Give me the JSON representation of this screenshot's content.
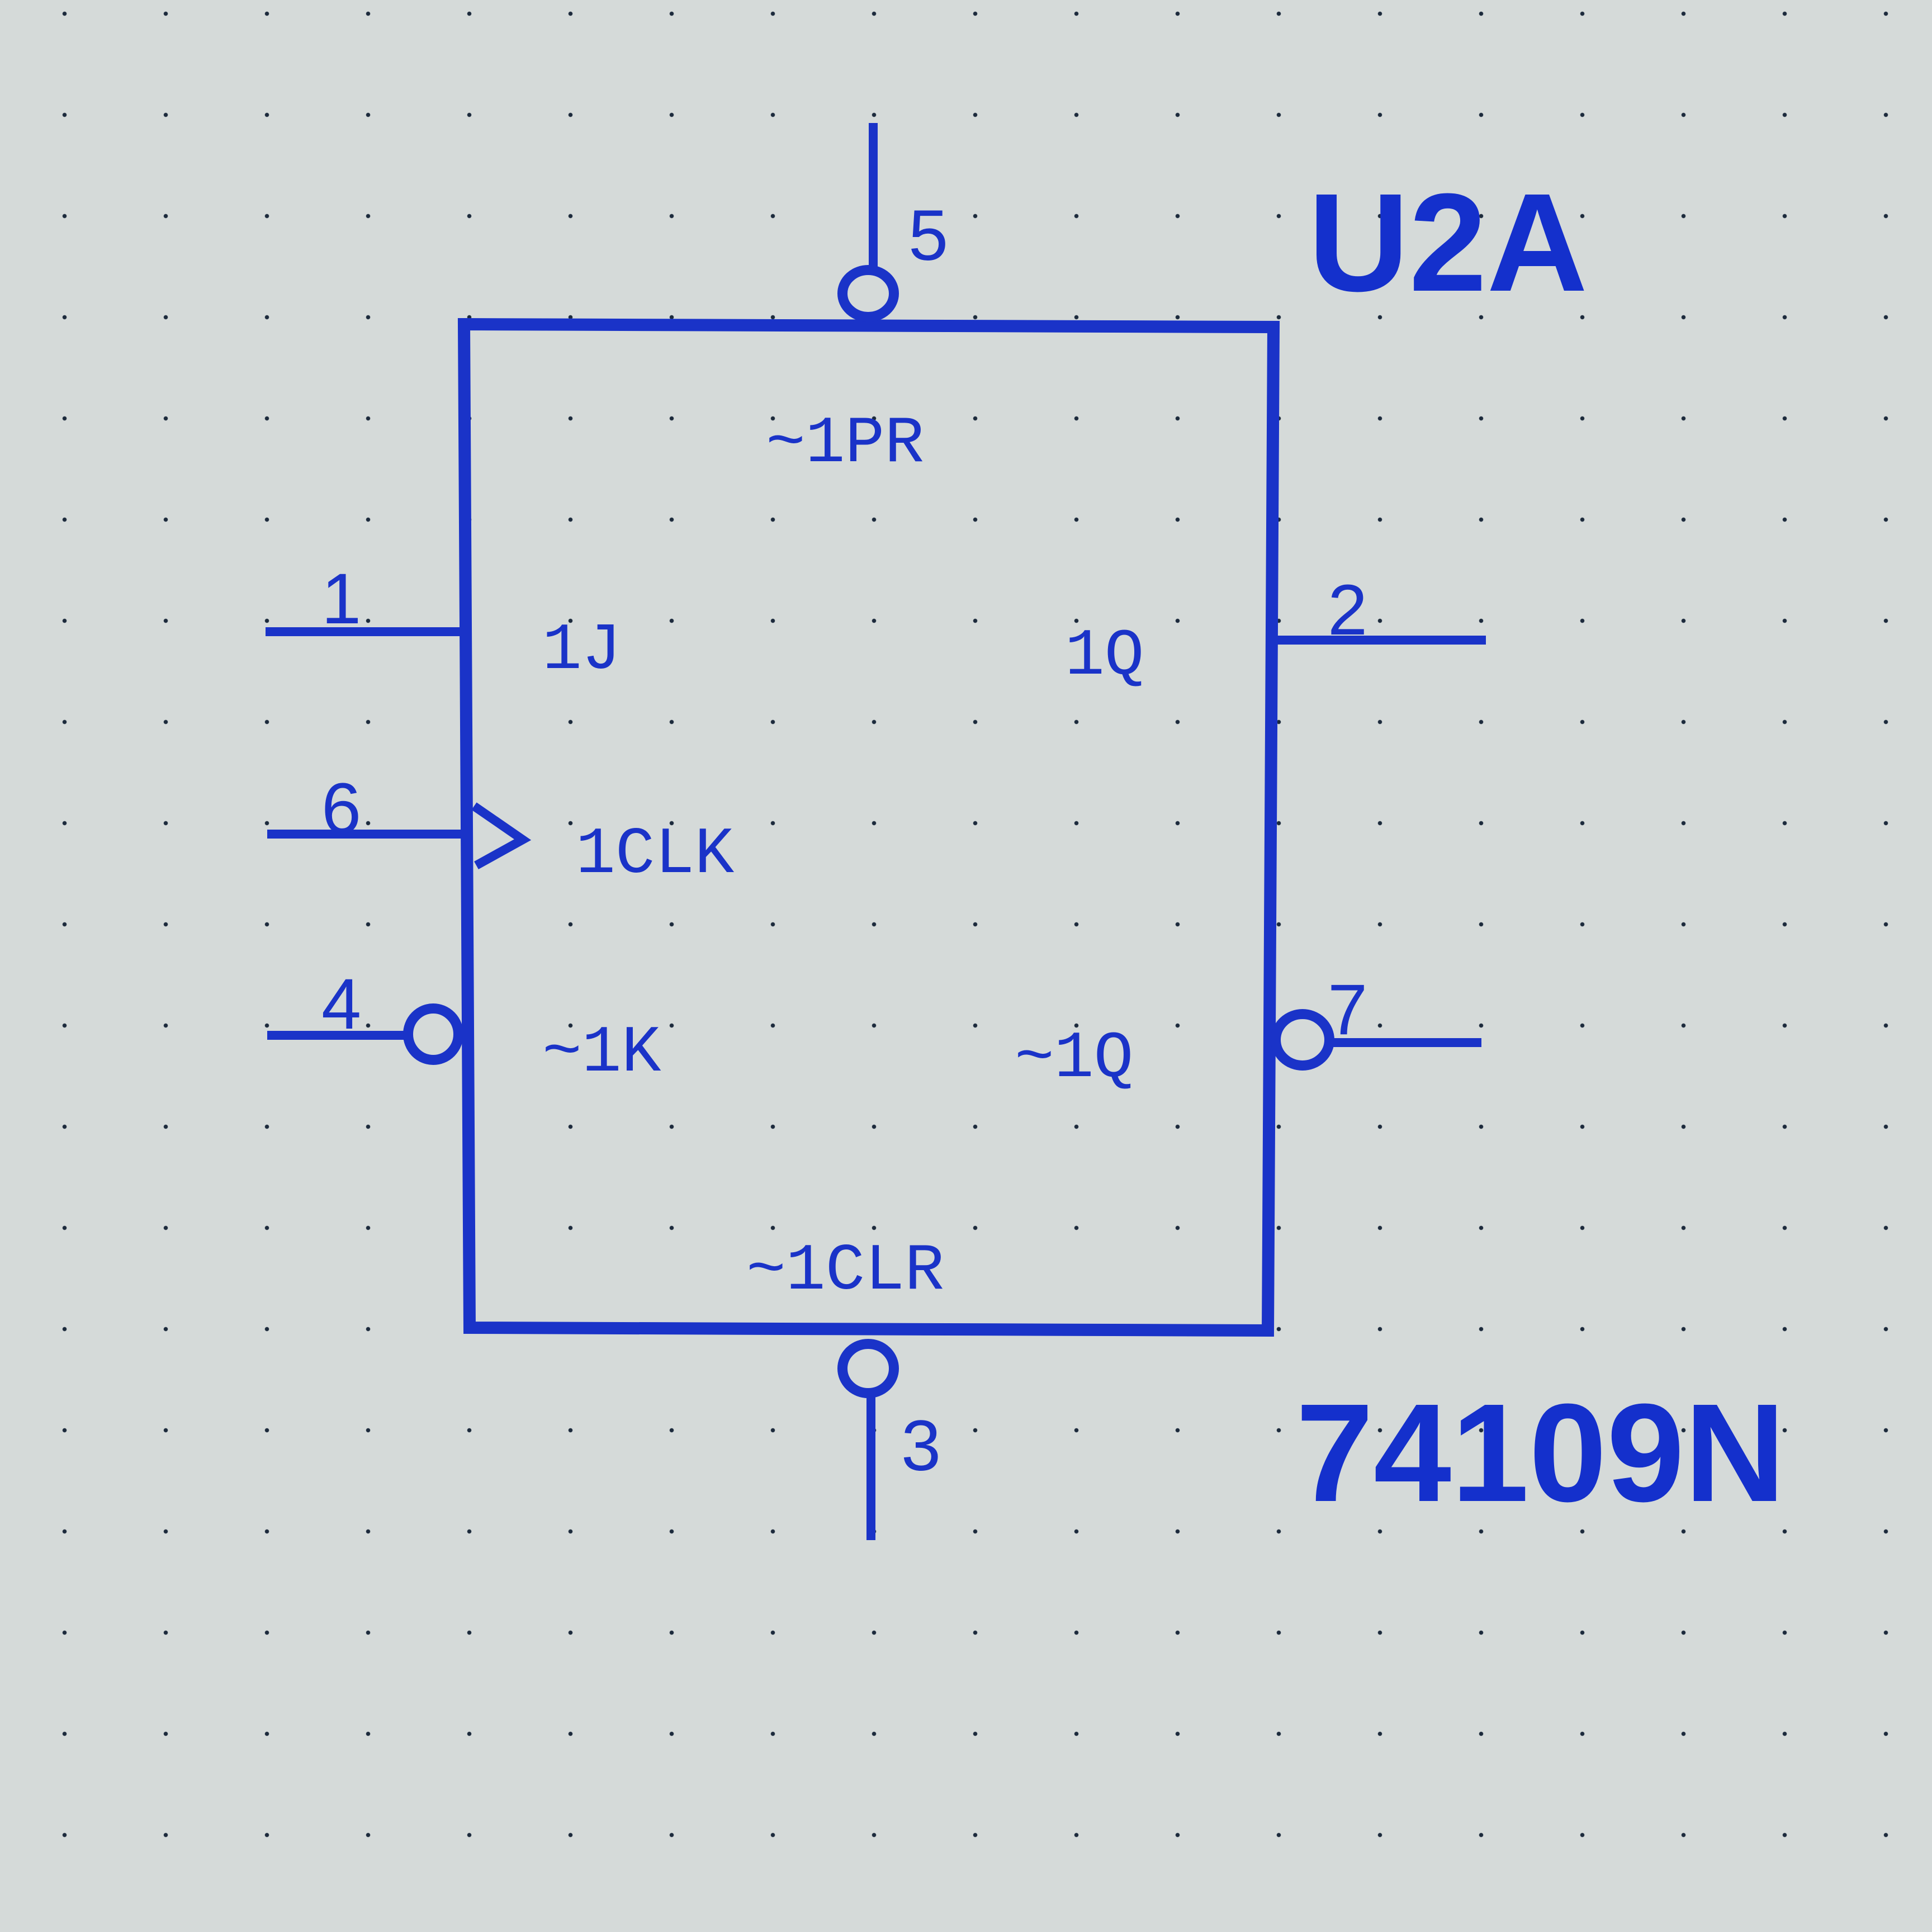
{
  "component": {
    "reference": "U2A",
    "part_number": "74109N",
    "color": "#1a33c8",
    "pins": {
      "preset": {
        "number": "5",
        "label": "~1PR"
      },
      "j_input": {
        "number": "1",
        "label": "1J"
      },
      "clock": {
        "number": "6",
        "label": "1CLK"
      },
      "k_input": {
        "number": "4",
        "label": "~1K"
      },
      "clear": {
        "number": "3",
        "label": "~1CLR"
      },
      "q_output": {
        "number": "2",
        "label": "1Q"
      },
      "qbar_output": {
        "number": "7",
        "label": "~1Q"
      }
    }
  }
}
